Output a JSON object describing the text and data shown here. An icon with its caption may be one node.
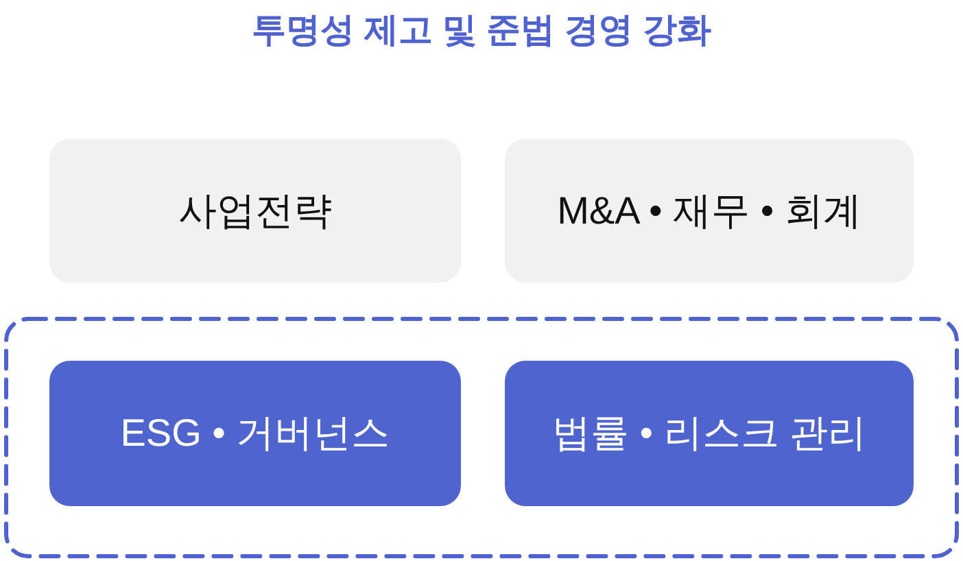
{
  "diagram": {
    "title": "투명성 제고 및 준법 경영 강화",
    "nodes": [
      {
        "text": [
          "사업전략"
        ]
      },
      {
        "text": [
          "M&A • 재무 • 회계"
        ]
      },
      {
        "text": [],
        "shape": "box"
      },
      {
        "text": [
          "ESG • 거버넌스"
        ],
        "in": 2
      },
      {
        "text": [
          "법률 • 리스크 관리"
        ],
        "in": 2
      }
    ]
  }
}
